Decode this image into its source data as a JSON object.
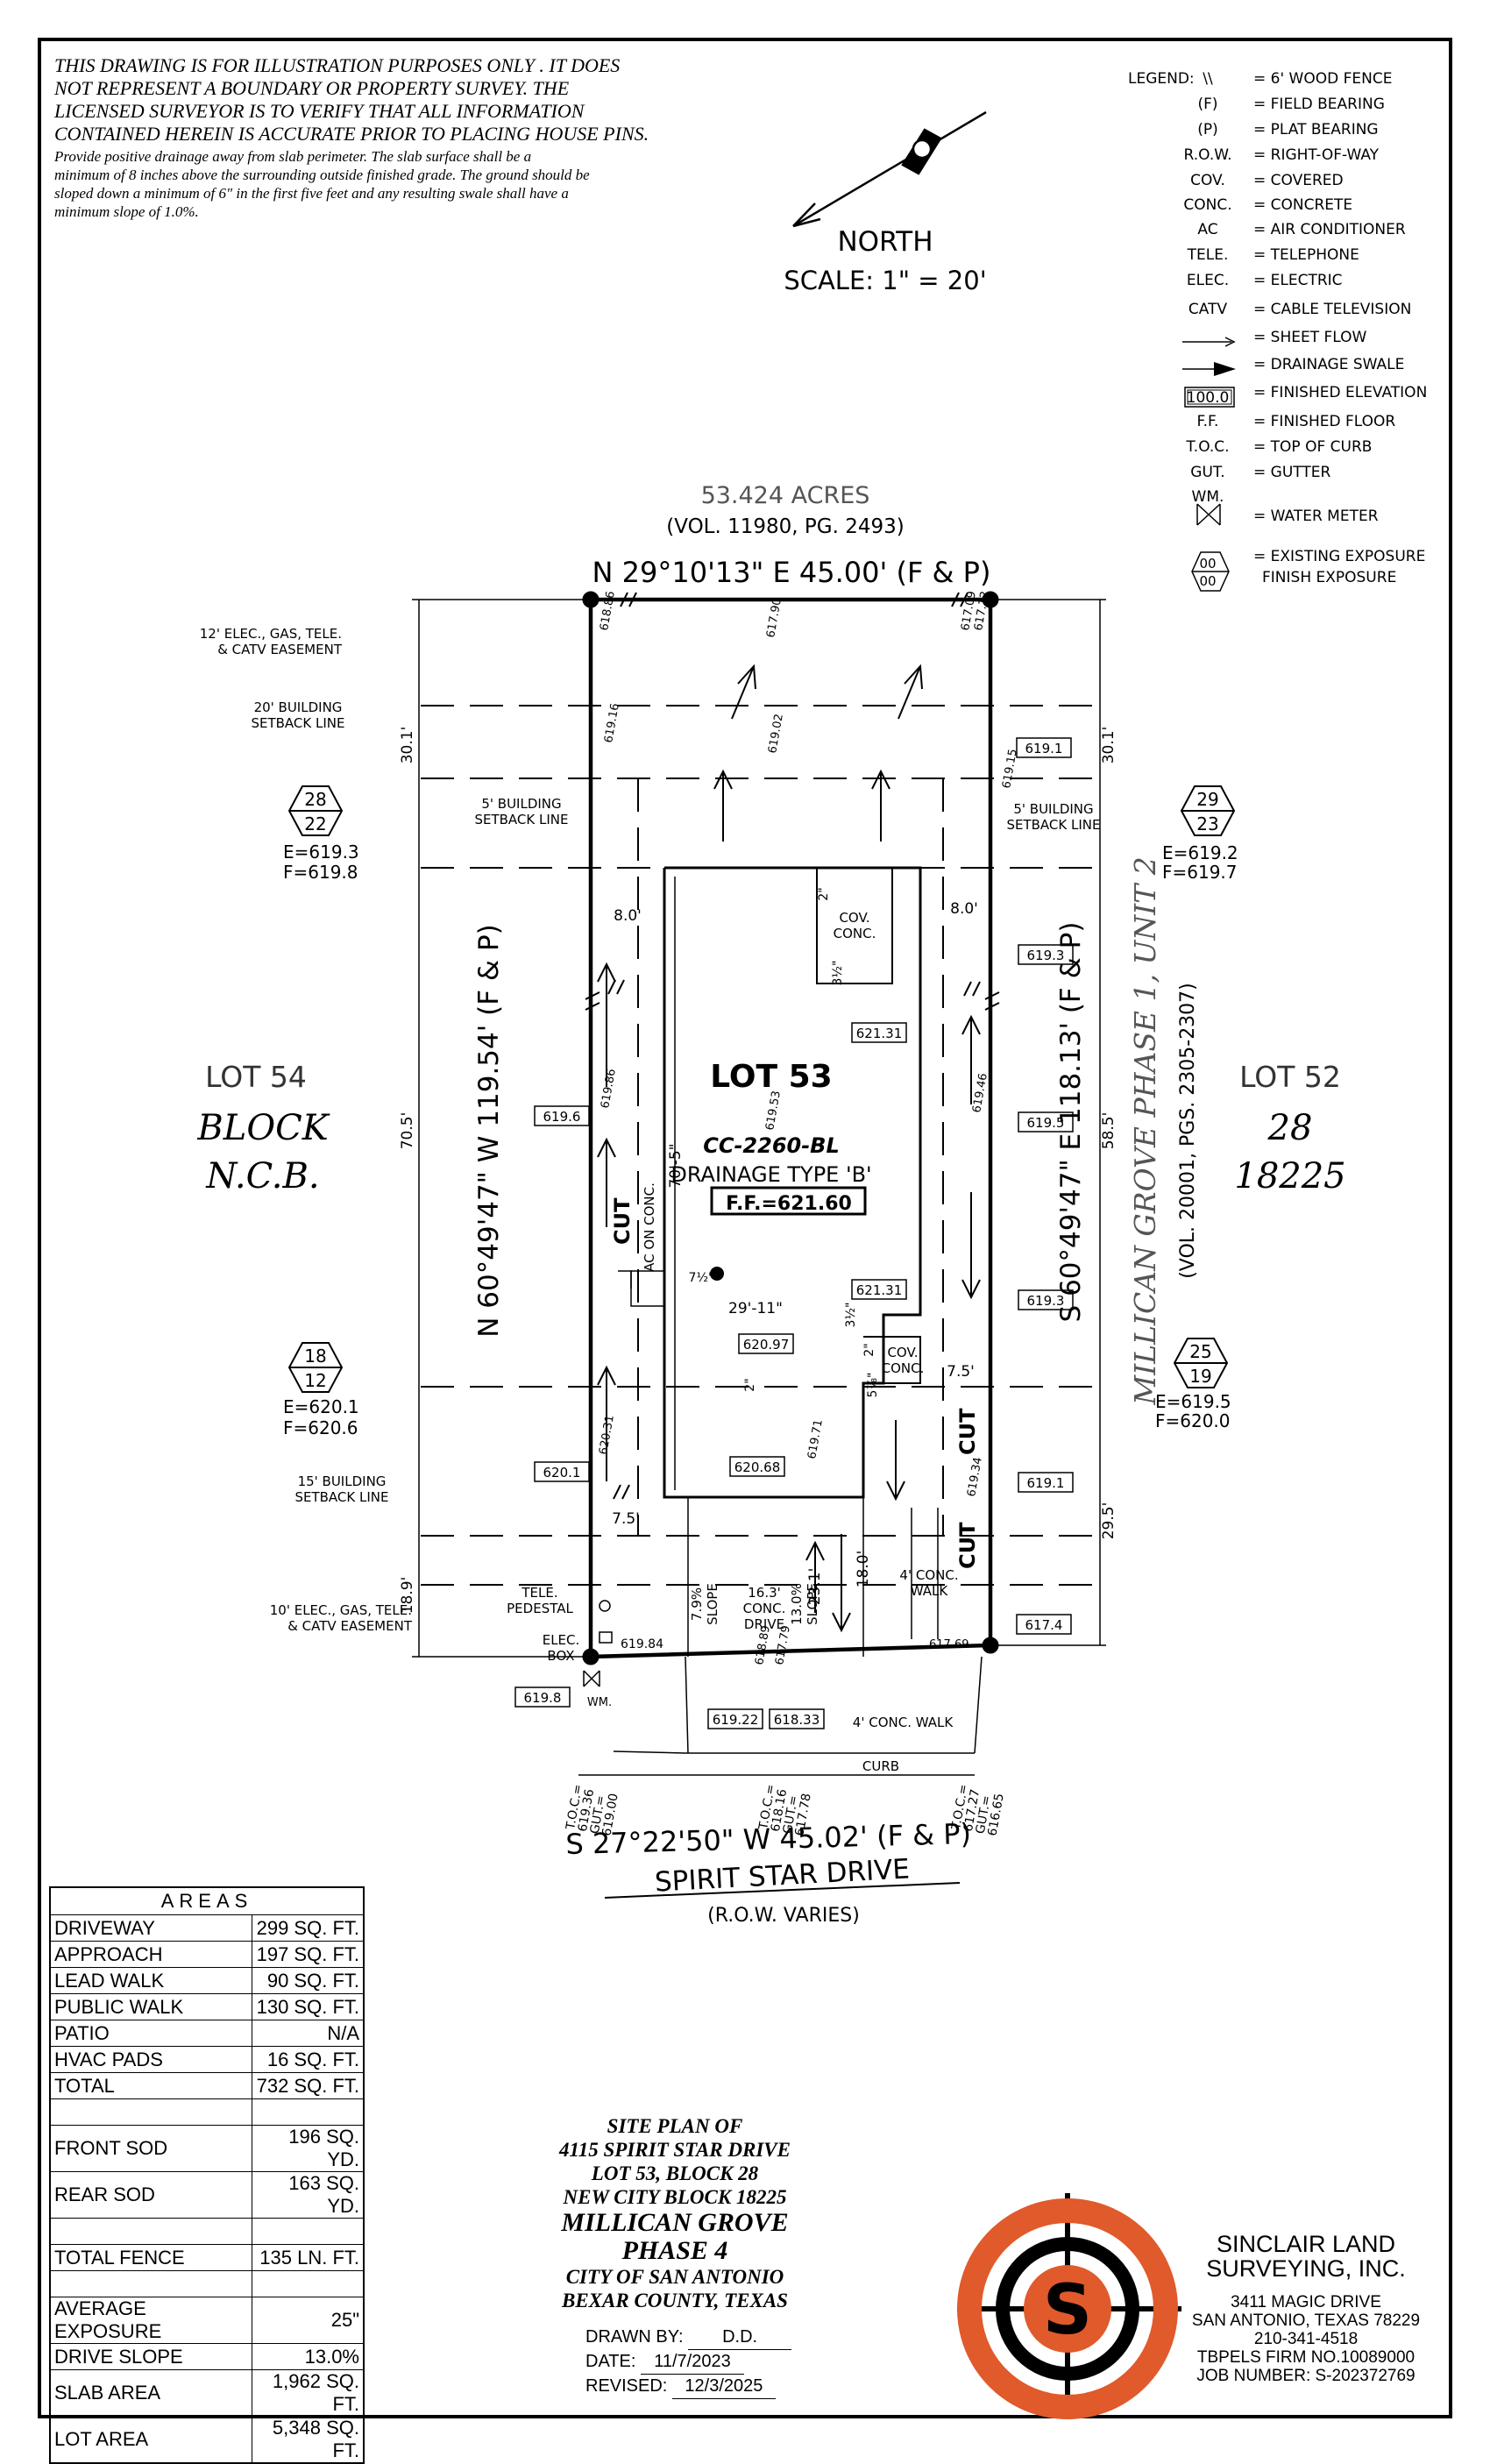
{
  "disclaimer": {
    "lines": [
      "THIS DRAWING IS FOR ILLUSTRATION PURPOSES ONLY . IT DOES",
      "NOT REPRESENT A BOUNDARY OR PROPERTY SURVEY. THE",
      "LICENSED SURVEYOR IS TO VERIFY THAT ALL INFORMATION",
      "CONTAINED HEREIN IS ACCURATE PRIOR TO PLACING HOUSE PINS."
    ],
    "drainage_note": [
      "Provide positive drainage away from slab perimeter. The slab surface shall be a",
      "minimum of 8 inches above the surrounding outside finished grade. The ground should be",
      "sloped down a minimum of 6\" in the first five feet and any resulting swale shall have a",
      "minimum slope of 1.0%."
    ]
  },
  "north": {
    "label": "NORTH",
    "scale": "SCALE:  1\"  =  20'"
  },
  "legend": {
    "title": "LEGEND:",
    "items": [
      {
        "symbol": "\\\\",
        "text": "= 6' WOOD FENCE"
      },
      {
        "symbol": "(F)",
        "text": "= FIELD BEARING"
      },
      {
        "symbol": "(P)",
        "text": "= PLAT BEARING"
      },
      {
        "symbol": "R.O.W.",
        "text": "= RIGHT-OF-WAY"
      },
      {
        "symbol": "COV.",
        "text": "= COVERED"
      },
      {
        "symbol": "CONC.",
        "text": "= CONCRETE"
      },
      {
        "symbol": "AC",
        "text": "= AIR CONDITIONER"
      },
      {
        "symbol": "TELE.",
        "text": "= TELEPHONE"
      },
      {
        "symbol": "ELEC.",
        "text": "= ELECTRIC"
      },
      {
        "symbol": "CATV",
        "text": "= CABLE TELEVISION"
      },
      {
        "symbol": "",
        "text": "= SHEET FLOW"
      },
      {
        "symbol": "",
        "text": "= DRAINAGE SWALE"
      },
      {
        "symbol": "100.0",
        "text": "= FINISHED ELEVATION"
      },
      {
        "symbol": "F.F.",
        "text": "= FINISHED FLOOR"
      },
      {
        "symbol": "T.O.C.",
        "text": "= TOP OF CURB"
      },
      {
        "symbol": "GUT.",
        "text": "= GUTTER"
      },
      {
        "symbol": "WM.",
        "text": "= WATER METER"
      },
      {
        "symbol": "00",
        "text": "= EXISTING EXPOSURE"
      },
      {
        "symbol": "00",
        "text": "FINISH EXPOSURE"
      }
    ]
  },
  "plan": {
    "acreage": "53.424 ACRES",
    "acreage_ref": "(VOL. 11980, PG. 2493)",
    "north_line": "N 29°10'13\" E 45.00' (F & P)",
    "south_line": "S 27°22'50\" W 45.02' (F & P)",
    "west_line": "N 60°49'47\" W 119.54' (F & P)",
    "east_line": "S 60°49'47\" E 118.13' (F & P)",
    "street": "SPIRIT STAR DRIVE",
    "row": "(R.O.W. VARIES)",
    "lot": "LOT 53",
    "plan_code": "CC-2260-BL",
    "drainage_type": "DRAINAGE TYPE 'B'",
    "ff": "F.F.=621.60",
    "lot54": [
      "LOT 54",
      "BLOCK",
      "N.C.B."
    ],
    "lot52": [
      "LOT 52",
      "28",
      "18225"
    ],
    "subdivision": "MILLICAN GROVE PHASE 1, UNIT 2",
    "subdivision_ref": "(VOL. 20001, PGS. 2305-2307)",
    "easement_top": [
      "12' ELEC., GAS, TELE.",
      "& CATV EASEMENT"
    ],
    "setback_top": [
      "20' BUILDING",
      "SETBACK LINE"
    ],
    "setback_side_left": [
      "5' BUILDING",
      "SETBACK LINE"
    ],
    "setback_side_right": [
      "5' BUILDING",
      "SETBACK LINE"
    ],
    "setback_bottom": [
      "15' BUILDING",
      "SETBACK LINE"
    ],
    "easement_bottom": [
      "10' ELEC., GAS, TELE.",
      "& CATV EASEMENT"
    ],
    "tele_pedestal": [
      "TELE.",
      "PEDESTAL"
    ],
    "elec_box": [
      "ELEC.",
      "BOX"
    ],
    "wm": "WM.",
    "cov_conc_top": [
      "COV.",
      "CONC."
    ],
    "cov_conc_bot": [
      "COV.",
      "CONC."
    ],
    "ac_on_conc": "AC ON CONC.",
    "cut": "CUT",
    "conc_walk_a": [
      "4' CONC.",
      "WALK"
    ],
    "conc_walk_b": "4' CONC. WALK",
    "conc_drive": [
      "16.3'",
      "CONC.",
      "DRIVE"
    ],
    "slope_a": [
      "7.9%",
      "SLOPE"
    ],
    "slope_b": [
      "13.0%",
      "SLOPE"
    ],
    "curb": "CURB",
    "dims": {
      "d301a": "30.1'",
      "d301b": "30.1'",
      "d705": "70.5'",
      "d585": "58.5'",
      "d295": "29.5'",
      "d189": "18.9'",
      "d80a": "8.0'",
      "d80b": "8.0'",
      "d75a": "7.5'",
      "d75b": "7.5'",
      "d705b": "70'-5\"",
      "d2911": "29'-11\"",
      "d231": "23.1'",
      "d180": "18.0'",
      "d712": "7½\"",
      "d312a": "3½\"",
      "d312b": "3½\"",
      "d578": "5⅞\"",
      "d2a": "2\"",
      "d2b": "2\"",
      "d2c": "2\""
    },
    "boxed_elev": [
      "619.1",
      "619.3",
      "619.5",
      "619.3",
      "619.1",
      "617.4",
      "619.6",
      "620.1",
      "619.8",
      "621.31",
      "621.31",
      "620.97",
      "620.68",
      "619.22",
      "618.33"
    ],
    "spot_elev": [
      "618.86",
      "617.90",
      "617.09",
      "617.12",
      "619.16",
      "619.02",
      "619.15",
      "619.86",
      "619.53",
      "619.46",
      "620.31",
      "619.71",
      "619.34",
      "617.69",
      "619.84",
      "618.89",
      "617.79"
    ],
    "toc_left": [
      "T.O.C.=",
      "619.36",
      "GUT.=",
      "619.00"
    ],
    "toc_mid": [
      "T.O.C.=",
      "618.16",
      "GUT.=",
      "617.78"
    ],
    "toc_right": [
      "T.O.C.=",
      "617.27",
      "GUT.=",
      "616.65"
    ],
    "hex": [
      {
        "top": "28",
        "bot": "22",
        "e": "E=619.3",
        "f": "F=619.8"
      },
      {
        "top": "29",
        "bot": "23",
        "e": "E=619.2",
        "f": "F=619.7"
      },
      {
        "top": "18",
        "bot": "12",
        "e": "E=620.1",
        "f": "F=620.6"
      },
      {
        "top": "25",
        "bot": "19",
        "e": "E=619.5",
        "f": "F=620.0"
      }
    ]
  },
  "areas": {
    "title": "AREAS",
    "rows": [
      {
        "label": "DRIVEWAY",
        "value": "299 SQ. FT."
      },
      {
        "label": "APPROACH",
        "value": "197 SQ. FT."
      },
      {
        "label": "LEAD WALK",
        "value": "90 SQ. FT."
      },
      {
        "label": "PUBLIC WALK",
        "value": "130 SQ. FT."
      },
      {
        "label": "PATIO",
        "value": "N/A"
      },
      {
        "label": "HVAC PADS",
        "value": "16 SQ. FT."
      },
      {
        "label": "TOTAL",
        "value": "732 SQ. FT."
      },
      {
        "label": "",
        "value": ""
      },
      {
        "label": "FRONT SOD",
        "value": "196 SQ. YD."
      },
      {
        "label": "REAR SOD",
        "value": "163 SQ. YD."
      },
      {
        "label": "",
        "value": ""
      },
      {
        "label": "TOTAL FENCE",
        "value": "135 LN. FT."
      },
      {
        "label": "",
        "value": ""
      },
      {
        "label": "AVERAGE EXPOSURE",
        "value": "25\""
      },
      {
        "label": "DRIVE SLOPE",
        "value": "13.0%"
      },
      {
        "label": "SLAB AREA",
        "value": "1,962 SQ. FT."
      },
      {
        "label": "LOT AREA",
        "value": "5,348 SQ. FT."
      }
    ]
  },
  "title_block": {
    "lines": [
      "SITE PLAN OF",
      "4115 SPIRIT STAR DRIVE",
      "LOT 53, BLOCK 28",
      "NEW CITY BLOCK 18225"
    ],
    "big_lines": [
      "MILLICAN GROVE",
      "PHASE 4"
    ],
    "tail_lines": [
      "CITY OF SAN ANTONIO",
      "BEXAR COUNTY, TEXAS"
    ]
  },
  "drawn": {
    "drawn_label": "DRAWN BY:",
    "drawn_value": "D.D.",
    "date_label": "DATE:",
    "date_value": "11/7/2023",
    "revised_label": "REVISED:",
    "revised_value": "12/3/2025"
  },
  "company": {
    "name1": "SINCLAIR LAND",
    "name2": "SURVEYING, INC.",
    "addr": [
      "3411 MAGIC DRIVE",
      "SAN ANTONIO, TEXAS 78229",
      "210-341-4518",
      "TBPELS FIRM NO.10089000",
      "JOB NUMBER:  S-202372769"
    ],
    "logo_letter": "S",
    "logo_color": "#e05a2b"
  }
}
